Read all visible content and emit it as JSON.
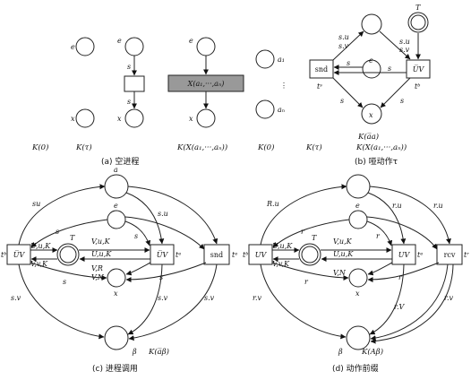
{
  "panel_a": {
    "caption": "(a) 空进程",
    "e": "e",
    "x": "x",
    "e2": "e",
    "s1": "s",
    "s2": "s",
    "x2": "x",
    "e3": "e",
    "xbox": "X(a₁,···,aₙ)",
    "x3": "x",
    "a1": "a₁",
    "an": "aₙ",
    "vdots": "⋮",
    "k0": "K(0)",
    "ktau": "K(τ)",
    "kx": "K(X(a₁,···,aₙ))",
    "k0b": "K(0)",
    "ktaub": "K(τ)"
  },
  "panel_b": {
    "caption": "(b) 哑动作τ",
    "su": "s.u",
    "sv": "s.v",
    "su2": "s.u",
    "sv2": "s.v",
    "T": "T",
    "snd": "snd",
    "uv": "U̅V",
    "e": "e",
    "s1": "s",
    "s2": "s",
    "s3": "s",
    "s4": "s",
    "x": "x",
    "ts": "tˢ",
    "tb": "tᵇ",
    "kaa": "K(a̅a)",
    "kx": "K(X(a₁,···,aₙ))"
  },
  "panel_c": {
    "caption": "(c) 进程调用",
    "a": "a",
    "su": "su",
    "su2": "s.u",
    "tb": "tᵇ",
    "uv_left": "U̅V",
    "e": "e",
    "s1": "s",
    "s2": "s",
    "T": "T",
    "uvk": "U,u,K",
    "vvk": "V,v,K",
    "vuk": "V,u,K",
    "uuk": "U,u,K",
    "uv_right": "U̅V",
    "te": "tᵉ",
    "snd": "snd",
    "tr": "tᵉ",
    "vr": "V,R",
    "vn": "V,N",
    "s3": "s",
    "s4": "s",
    "x": "x",
    "sv1": "s.v",
    "sv2": "s.v",
    "sv3": "s.v",
    "beta": "β",
    "kab": "K(a̅β)"
  },
  "panel_d": {
    "caption": "(d) 动作前缀",
    "ru": "R.u",
    "e": "e",
    "ru2": "r.u",
    "ru3": "r.u",
    "tb": "tᵇ",
    "uv_left": "UV",
    "r1": "r",
    "r2": "r",
    "T": "T",
    "uuk": "U,u,K",
    "vvk": "V,v,K",
    "vuk": "V,u,K",
    "uuk2": "U,u,K",
    "uv_right": "UV",
    "te": "tᵉ",
    "rcv": "rcv",
    "tr": "tʳ",
    "vn": "V,N",
    "r3": "r",
    "r4": "r",
    "x": "x",
    "rv1": "r.v",
    "rv2": "r.V",
    "rv3": "r.v",
    "beta": "β",
    "kab": "K(Aβ)"
  }
}
